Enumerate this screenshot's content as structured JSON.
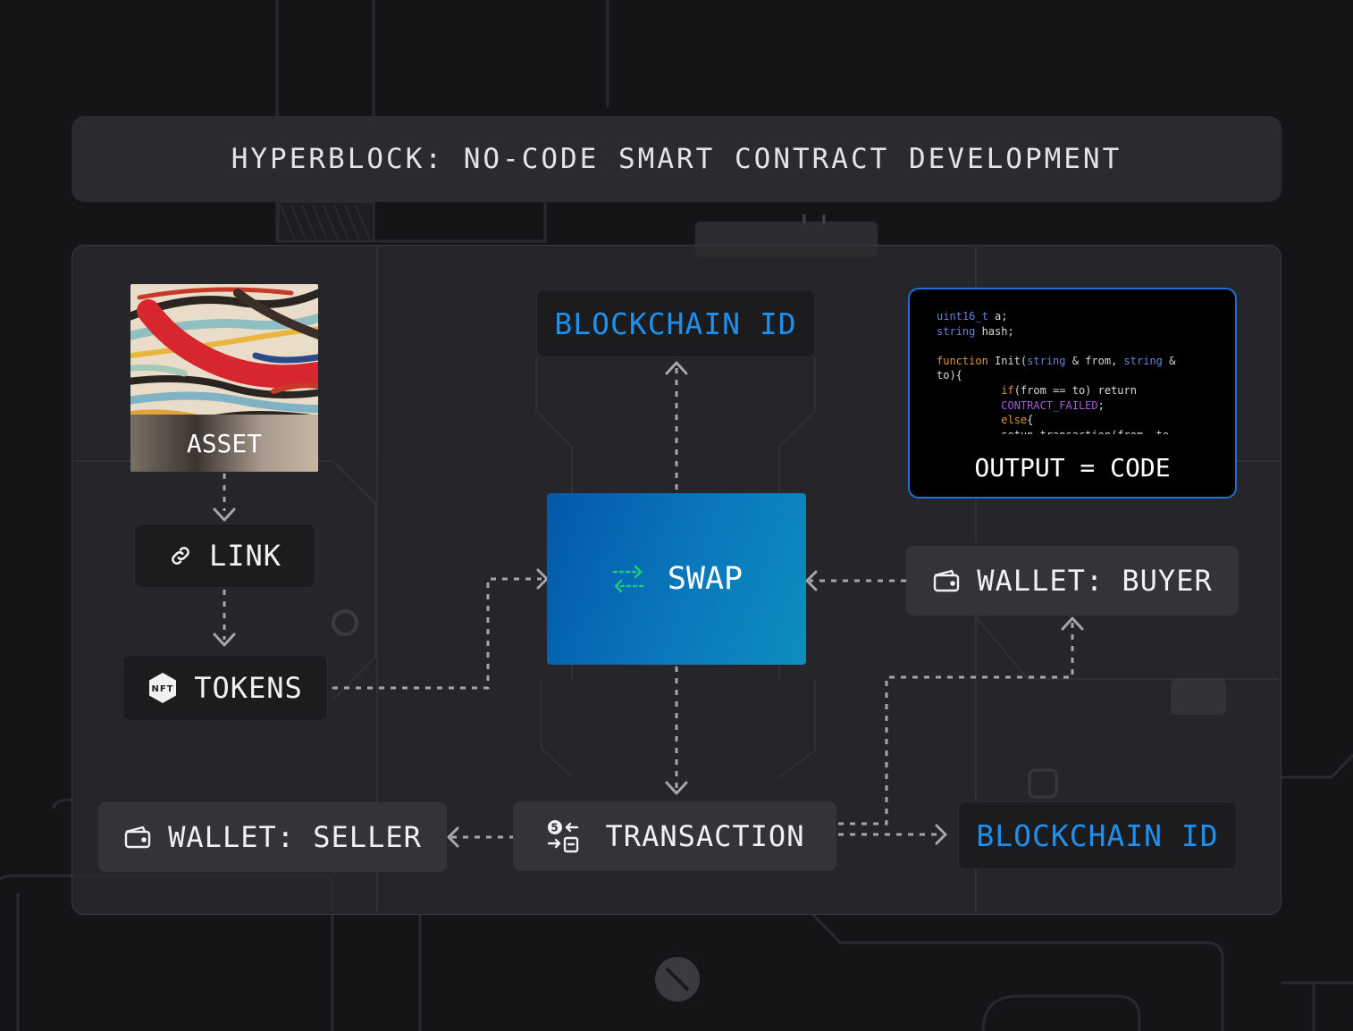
{
  "title": "HYPERBLOCK: NO-CODE SMART CONTRACT DEVELOPMENT",
  "nodes": {
    "asset": "ASSET",
    "link": "LINK",
    "tokens": "TOKENS",
    "blockchain_top": "BLOCKCHAIN ID",
    "swap": "SWAP",
    "wallet_buyer": "WALLET: BUYER",
    "wallet_seller": "WALLET: SELLER",
    "transaction": "TRANSACTION",
    "blockchain_bottom": "BLOCKCHAIN ID",
    "code_output": "OUTPUT = CODE"
  },
  "icons": {
    "nft_badge": "NFT",
    "transaction_badge": "5"
  },
  "code_lines": [
    [
      {
        "t": "uint16_t",
        "c": "kw"
      },
      {
        "t": " a;",
        "c": ""
      }
    ],
    [
      {
        "t": "string",
        "c": "kw"
      },
      {
        "t": " hash;",
        "c": ""
      }
    ],
    [
      {
        "t": "",
        "c": ""
      }
    ],
    [
      {
        "t": "function",
        "c": "fn"
      },
      {
        "t": " Init(",
        "c": ""
      },
      {
        "t": "string",
        "c": "kw"
      },
      {
        "t": " & from, ",
        "c": ""
      },
      {
        "t": "string",
        "c": "kw"
      },
      {
        "t": " &",
        "c": ""
      }
    ],
    [
      {
        "t": "to){",
        "c": ""
      }
    ],
    [
      {
        "t": "          ",
        "c": ""
      },
      {
        "t": "if",
        "c": "fn"
      },
      {
        "t": "(from == to) return",
        "c": ""
      }
    ],
    [
      {
        "t": "          ",
        "c": ""
      },
      {
        "t": "CONTRACT_FAILED",
        "c": "pu"
      },
      {
        "t": ";",
        "c": ""
      }
    ],
    [
      {
        "t": "          ",
        "c": ""
      },
      {
        "t": "else",
        "c": "fn"
      },
      {
        "t": "{",
        "c": ""
      }
    ],
    [
      {
        "t": "          setup transaction(from, to,",
        "c": ""
      }
    ]
  ],
  "colors": {
    "accent_blue": "#1e90ee",
    "swap_gradient_start": "#0258aa",
    "swap_gradient_end": "#0d8ebd",
    "swap_icon": "#20c77a",
    "code_border": "#1e6fd8"
  }
}
